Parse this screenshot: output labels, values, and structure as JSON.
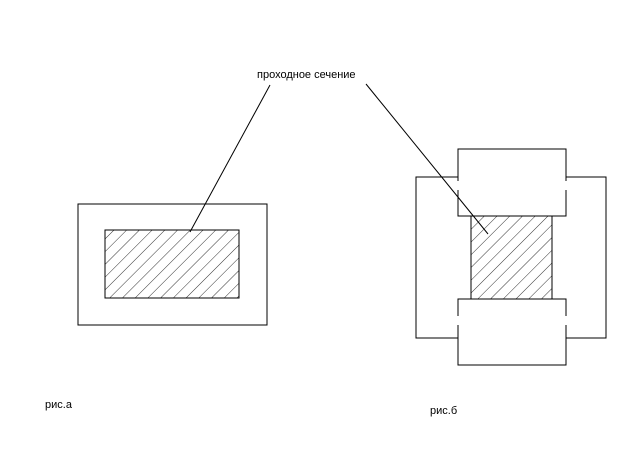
{
  "labels": {
    "pass_section": "проходное сечение",
    "fig_a": "рис.а",
    "fig_b": "рис.б"
  },
  "colors": {
    "stroke": "#000000",
    "background": "#ffffff"
  }
}
